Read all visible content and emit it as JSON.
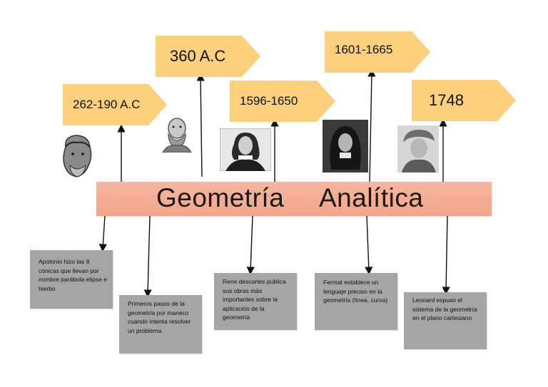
{
  "timeline": {
    "title_word1": "Geometría",
    "title_word2": "Analítica",
    "events": [
      {
        "date": "262-190 A.C",
        "note": "Apolonio hizo las 8 cónicas que llevan por nombre parábola elipse e hierbo"
      },
      {
        "date": "360 A.C",
        "note": "Primeros pasos de la geometría por maneco cuando intenta resolver un problema"
      },
      {
        "date": "1596-1650",
        "note": "Rene descartes pública sus obras más importantes sobre la aplicación de la geometría"
      },
      {
        "date": "1601-1665",
        "note": "Fermat establece un lenguaje preciso en la geometría (línea, curva)"
      },
      {
        "date": "1748",
        "note": "Leonard expuso el sistema de la geometría en el plano cartesiano"
      }
    ]
  },
  "colors": {
    "tag": "#fcd07c",
    "band": "#f4a98d",
    "note_box": "#a5a5a5"
  }
}
